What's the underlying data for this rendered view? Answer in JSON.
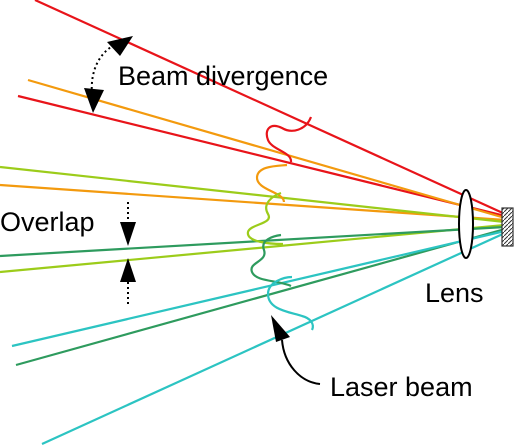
{
  "labels": {
    "beam_divergence": "Beam divergence",
    "overlap": "Overlap",
    "lens": "Lens",
    "laser_beam": "Laser beam"
  },
  "colors": {
    "red": "#e8141a",
    "orange": "#f39a0e",
    "yellow_green": "#9ccc1a",
    "dark_green": "#2e9b5e",
    "cyan": "#2cc4c2",
    "annotation": "#000000",
    "lens_fill": "#ffffff",
    "background": "#ffffff"
  },
  "beam_colors": [
    "red",
    "orange",
    "yellow_green",
    "dark_green",
    "cyan"
  ],
  "icons": [
    "lens-icon",
    "laser-array-icon",
    "double-arrow-icon",
    "pointer-arrow-icon"
  ]
}
